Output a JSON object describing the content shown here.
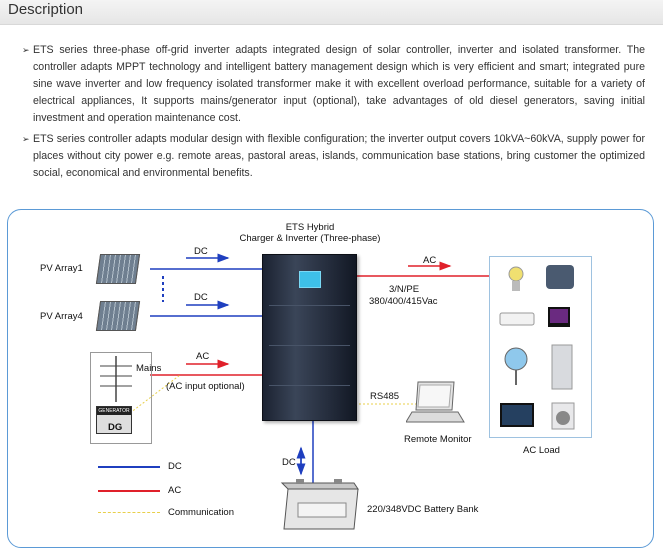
{
  "header": {
    "title": "Description"
  },
  "description": {
    "bullets": [
      "ETS series three-phase off-grid inverter adapts integrated design of solar controller, inverter and isolated transformer. The controller adapts MPPT technology and intelligent battery management design which is very efficient and smart; integrated pure sine wave inverter and low frequency isolated transformer make it with excellent overload performance, suitable for a variety of electrical appliances, It supports mains/generator input (optional), take advantages of old diesel generators, saving initial investment and operation maintenance cost.",
      "ETS series controller adapts modular design with flexible configuration; the inverter output covers 10kVA~60kVA, supply power for places without city power e.g. remote areas, pastoral areas, islands, communication base stations, bring customer the optimized social, economical and environmental benefits."
    ],
    "bullet_glyph": "➢"
  },
  "diagram": {
    "inverter_title_1": "ETS Hybrid",
    "inverter_title_2": "Charger & Inverter (Three-phase)",
    "pv_array1": "PV Array1",
    "pv_array4": "PV Array4",
    "dc_label_top": "DC",
    "dc_label_mid": "DC",
    "ac_label_mains": "AC",
    "mains": "Mains",
    "ac_input_optional": "(AC input optional)",
    "dg": "DG",
    "ac_label_out": "AC",
    "output_spec_1": "3/N/PE",
    "output_spec_2": "380/400/415Vac",
    "ac_load": "AC Load",
    "rs485": "RS485",
    "remote_monitor": "Remote Monitor",
    "dc_label_battery": "DC",
    "battery_bank": "220/348VDC Battery Bank",
    "generator_label": "GENERATOR",
    "legend": {
      "dc": "DC",
      "ac": "AC",
      "communication": "Communication"
    },
    "colors": {
      "dc": "#1f3fbf",
      "ac": "#e0202a",
      "communication": "#e8cf4a",
      "frame": "#5b9ad6"
    }
  }
}
